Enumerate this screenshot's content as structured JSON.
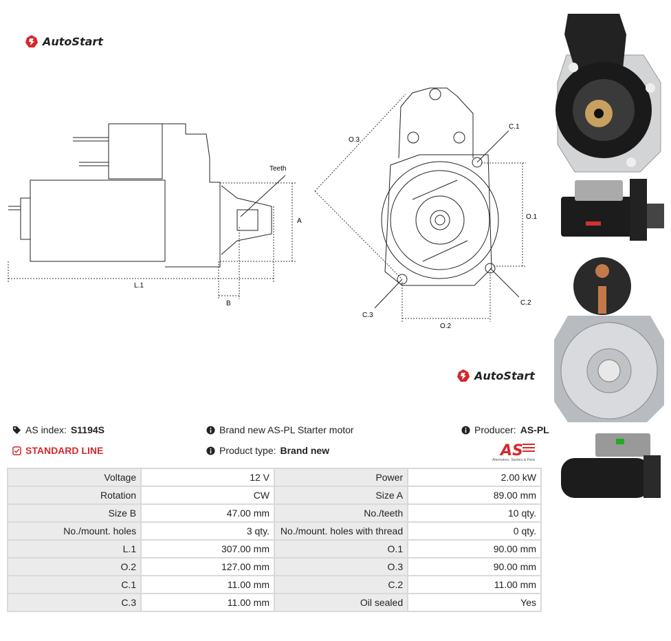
{
  "brand": {
    "name": "AutoStart"
  },
  "drawing": {
    "labels": {
      "teeth": "Teeth",
      "a": "A",
      "l1": "L.1",
      "b": "B",
      "o3": "O.3",
      "c1": "C.1",
      "o1": "O.1",
      "c2": "C.2",
      "c3": "C.3",
      "o2": "O.2"
    }
  },
  "photos": [
    {
      "icon": "starter-front-photo"
    },
    {
      "icon": "starter-side-photo"
    },
    {
      "icon": "starter-end-photo"
    },
    {
      "icon": "starter-angle-photo"
    }
  ],
  "info": {
    "as_index_label": "AS index:",
    "as_index_value": "S1194S",
    "line": "STANDARD LINE",
    "description": "Brand new AS-PL Starter motor",
    "product_type_label": "Product type:",
    "product_type_value": "Brand new",
    "producer_label": "Producer:",
    "producer_value": "AS-PL",
    "producer_logo_text": "AS",
    "producer_logo_sub": "Alternators, Starters & Parts",
    "accent_color": "#d4282b"
  },
  "specs": [
    [
      "Voltage",
      "12 V",
      "Power",
      "2.00 kW"
    ],
    [
      "Rotation",
      "CW",
      "Size A",
      "89.00 mm"
    ],
    [
      "Size B",
      "47.00 mm",
      "No./teeth",
      "10 qty."
    ],
    [
      "No./mount. holes",
      "3 qty.",
      "No./mount. holes with thread",
      "0 qty."
    ],
    [
      "L.1",
      "307.00 mm",
      "O.1",
      "90.00 mm"
    ],
    [
      "O.2",
      "127.00 mm",
      "O.3",
      "90.00 mm"
    ],
    [
      "C.1",
      "11.00 mm",
      "C.2",
      "11.00 mm"
    ],
    [
      "C.3",
      "11.00 mm",
      "Oil sealed",
      "Yes"
    ]
  ]
}
